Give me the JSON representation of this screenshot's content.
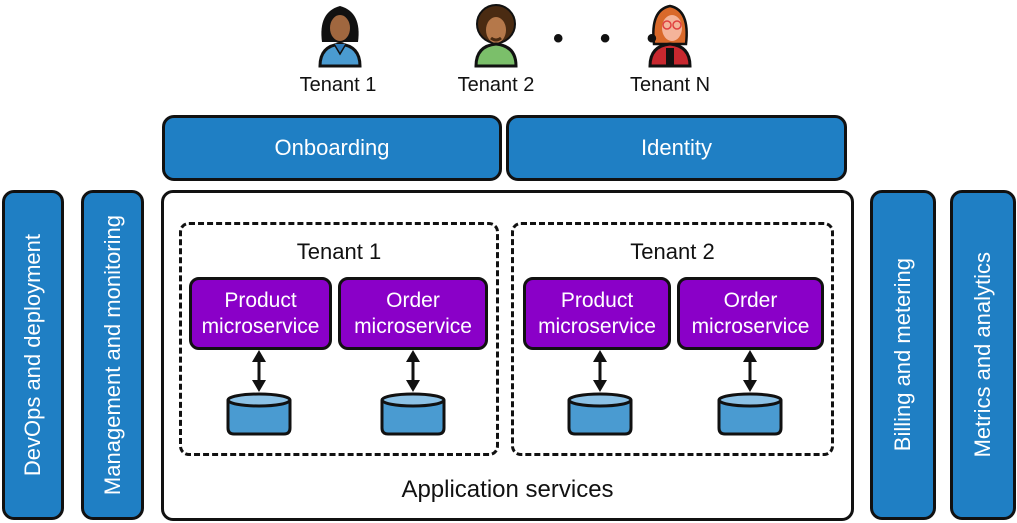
{
  "tenants": [
    {
      "label": "Tenant 1",
      "icon": "woman-avatar-icon"
    },
    {
      "label": "Tenant 2",
      "icon": "man-avatar-icon"
    },
    {
      "label": "Tenant N",
      "icon": "woman-glasses-avatar-icon"
    }
  ],
  "ellipsis": "• • •",
  "top_services": {
    "onboarding": "Onboarding",
    "identity": "Identity"
  },
  "left_services": {
    "devops": "DevOps and deployment",
    "management": "Management and monitoring"
  },
  "right_services": {
    "billing": "Billing and metering",
    "metrics": "Metrics and analytics"
  },
  "application": {
    "label": "Application services",
    "tenant_groups": [
      {
        "title": "Tenant 1",
        "services": [
          {
            "line1": "Product",
            "line2": "microservice"
          },
          {
            "line1": "Order",
            "line2": "microservice"
          }
        ]
      },
      {
        "title": "Tenant 2",
        "services": [
          {
            "line1": "Product",
            "line2": "microservice"
          },
          {
            "line1": "Order",
            "line2": "microservice"
          }
        ]
      }
    ]
  },
  "colors": {
    "service_blue": "#1f7fc4",
    "microservice_purple": "#8a00c8",
    "database_blue": "#4a9bd1"
  }
}
